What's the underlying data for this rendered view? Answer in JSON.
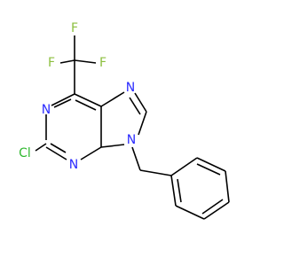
{
  "molecule": {
    "atoms": {
      "F1": "F",
      "F2": "F",
      "F3": "F",
      "N_top": "N",
      "N_imid_top": "N",
      "N_bottom": "N",
      "N_benzyl": "N",
      "Cl": "Cl"
    },
    "colors": {
      "fluorine": "#8cbf3f",
      "nitrogen": "#2b2bff",
      "chlorine": "#2fb82f",
      "bond": "#000000",
      "background": "#ffffff"
    }
  }
}
